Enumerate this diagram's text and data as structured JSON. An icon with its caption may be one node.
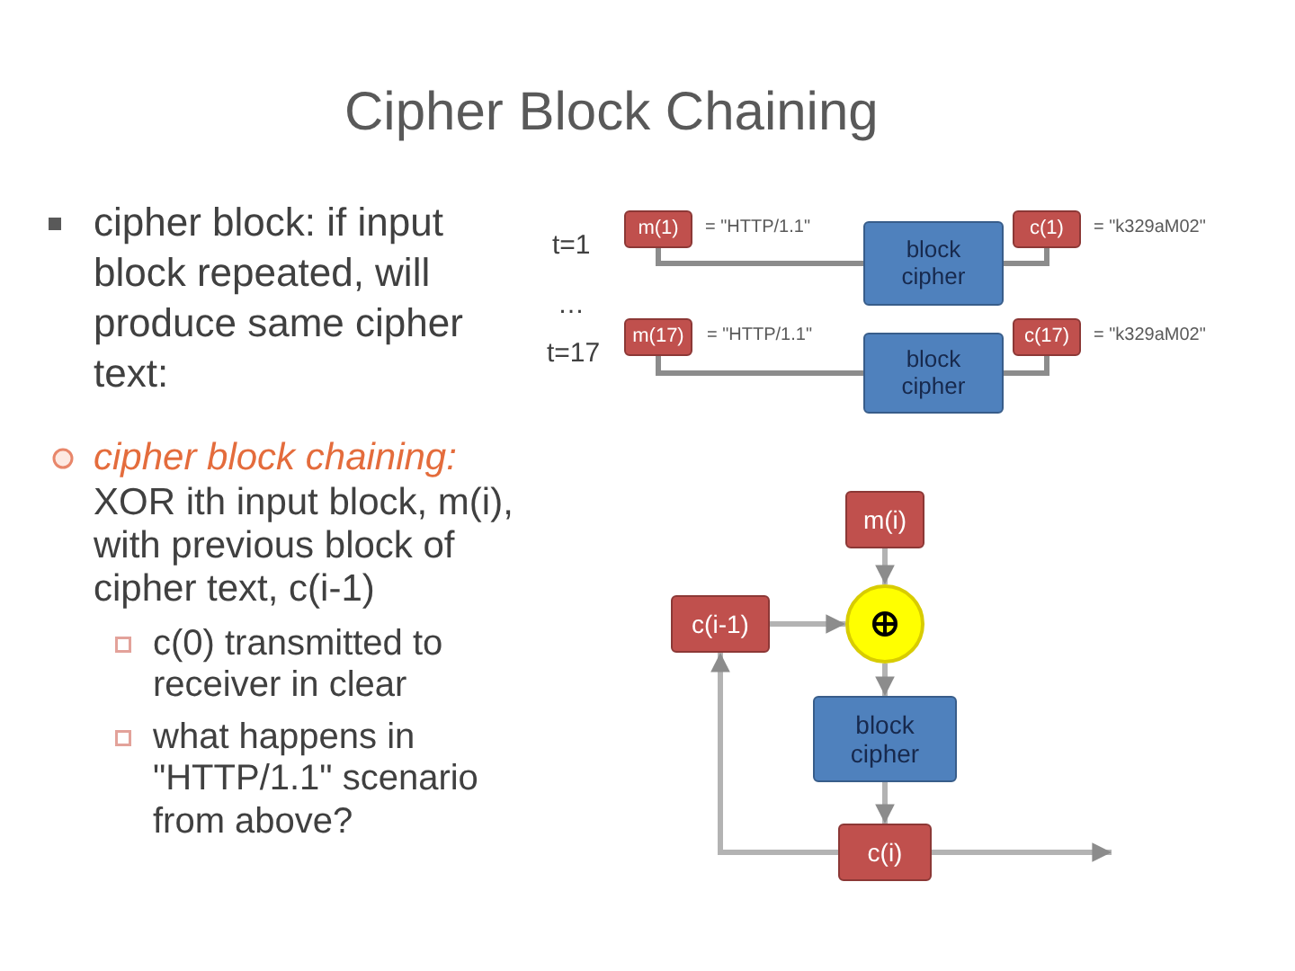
{
  "diagram": {
    "title": "Cipher Block Chaining",
    "nodes": [
      {
        "text": [
          "m(1)"
        ],
        "beside": [
          "= \"HTTP/1.1\""
        ]
      },
      {
        "text": [
          "block cipher"
        ]
      },
      {
        "text": [
          "c(1)"
        ],
        "beside": [
          "= \"k329aM02\""
        ]
      },
      {
        "text": [
          "m(17)"
        ],
        "beside": [
          "= \"HTTP/1.1\""
        ]
      },
      {
        "text": [
          "block cipher"
        ]
      },
      {
        "text": [
          "c(17)"
        ],
        "beside": [
          "= \"k329aM02\""
        ]
      },
      {
        "text": [
          "m(i)"
        ]
      },
      {
        "text": [
          "c(i-1)"
        ]
      },
      {
        "text": [],
        "shape": "circle"
      },
      {
        "text": [
          "block cipher"
        ]
      },
      {
        "text": [
          "c(i)"
        ]
      }
    ],
    "edges": [
      {
        "from": 0,
        "to": 1,
        "arrow": "none",
        "color": "#8c8c8c"
      },
      {
        "from": 1,
        "to": 2,
        "arrow": "none",
        "color": "#8c8c8c"
      },
      {
        "from": 3,
        "to": 4,
        "arrow": "none",
        "color": "#8c8c8c"
      },
      {
        "from": 4,
        "to": 5,
        "arrow": "none",
        "color": "#8c8c8c"
      },
      {
        "from": 6,
        "to": 8,
        "arrow": "to"
      },
      {
        "from": 7,
        "to": 8,
        "arrow": "to"
      },
      {
        "from": 8,
        "to": 9,
        "arrow": "to"
      },
      {
        "from": 9,
        "to": 10,
        "arrow": "to"
      },
      {
        "from": 10,
        "to": 7,
        "arrow": "to"
      },
      {
        "from": 10,
        "to": null,
        "arrow": "to"
      }
    ],
    "labels": [
      "cipher block: if input block repeated, will produce same cipher text:",
      "cipher block chaining:",
      "XOR ith input block, m(i), with previous block of cipher text, c(i-1)",
      "c(0) transmitted to receiver in clear",
      "what happens in \"HTTP/1.1\" scenario from above?",
      "t=1",
      "…",
      "t=17"
    ]
  }
}
